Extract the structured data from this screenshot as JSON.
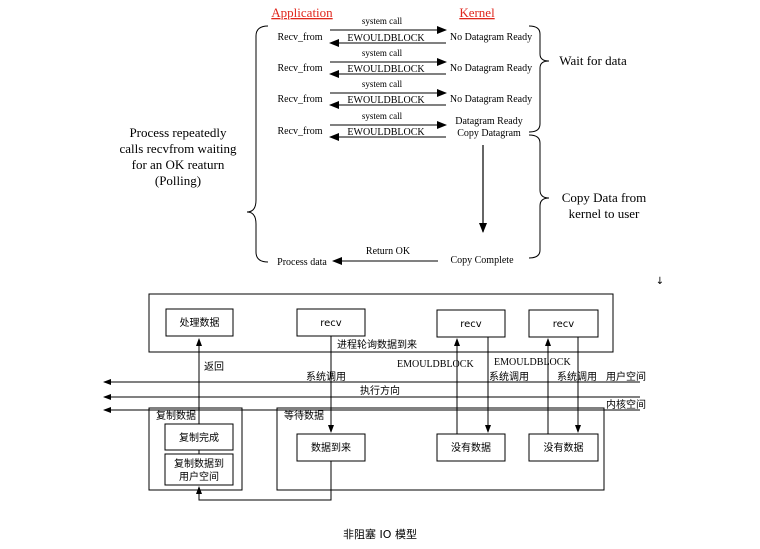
{
  "top": {
    "app_header": "Application",
    "kernel_header": "Kernel",
    "rows": [
      {
        "call": "system call",
        "app": "Recv_from",
        "err": "EWOULDBLOCK",
        "kernel": "No Datagram Ready"
      },
      {
        "call": "system call",
        "app": "Recv_from",
        "err": "EWOULDBLOCK",
        "kernel": "No Datagram Ready"
      },
      {
        "call": "system call",
        "app": "Recv_from",
        "err": "EWOULDBLOCK",
        "kernel": "No Datagram Ready"
      },
      {
        "call": "system call",
        "app": "Recv_from",
        "err": "EWOULDBLOCK",
        "kernel": "Datagram Ready",
        "kernel2": "Copy Datagram"
      }
    ],
    "return_ok": "Return OK",
    "process_data": "Process data",
    "copy_complete": "Copy Complete",
    "wait_for_data": "Wait for data",
    "copy_line1": "Copy Data from",
    "copy_line2": "kernel to user",
    "left_line1": "Process repeatedly",
    "left_line2": "calls recvfrom waiting",
    "left_line3": "for an OK reaturn",
    "left_line4": "(Polling)",
    "stray_mark": "↓"
  },
  "bottom": {
    "box_process": "处理数据",
    "box_recv1": "recv",
    "box_recv2": "recv",
    "box_recv3": "recv",
    "label_polling": "进程轮询数据到来",
    "label_return": "返回",
    "label_ewould1": "EMOULDBLOCK",
    "label_ewould2": "EMOULDBLOCK",
    "label_syscall1": "系统调用",
    "label_syscall2": "系统调用",
    "label_syscall3": "系统调用",
    "label_user_space": "用户空间",
    "label_direction": "执行方向",
    "label_kernel_space": "内核空间",
    "copy_group": "复制数据",
    "copy_done": "复制完成",
    "copy_to_user1": "复制数据到",
    "copy_to_user2": "用户空间",
    "wait_group": "等待数据",
    "data_arrived": "数据到来",
    "no_data1": "没有数据",
    "no_data2": "没有数据",
    "caption": "非阻塞 IO 模型"
  },
  "colors": {
    "header_red": "#e0261c",
    "line": "#000000"
  }
}
